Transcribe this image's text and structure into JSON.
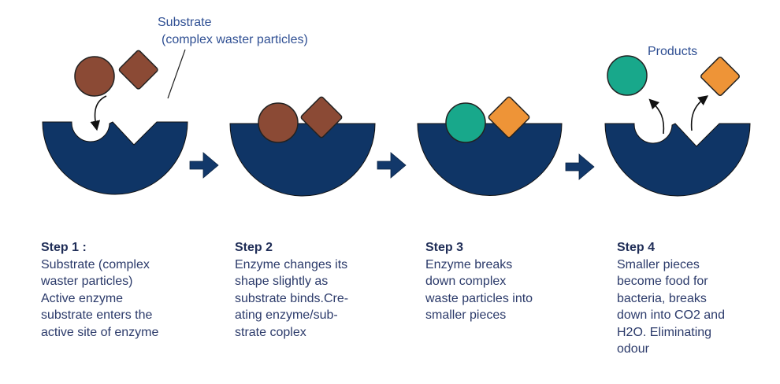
{
  "colors": {
    "enzyme": "#0f3566",
    "substrate": "#8b4a35",
    "product_circle": "#18a88b",
    "product_diamond": "#ee9437",
    "arrow": "#12386a",
    "label_text": "#2f4f93",
    "step_text": "#2b3a6a"
  },
  "labels": {
    "substrate_line1": "Substrate",
    "substrate_line2": "(complex waster particles)",
    "products": "Products"
  },
  "steps": [
    {
      "title": "Step 1 :",
      "body": "Substrate (complex\nwaster particles)\nActive enzyme\nsubstrate enters the\nactive site of enzyme",
      "enzyme_state": "open-empty",
      "substrate_state": "approaching"
    },
    {
      "title": "Step 2",
      "body": "Enzyme changes its\nshape slightly as\nsubstrate binds.Cre-\nating enzyme/sub-\nstrate coplex",
      "enzyme_state": "bound",
      "substrate_state": "bound"
    },
    {
      "title": "Step 3",
      "body": "Enzyme breaks\ndown complex\nwaste particles into\nsmaller pieces",
      "enzyme_state": "bound",
      "substrate_state": "broken-down"
    },
    {
      "title": "Step 4",
      "body": "Smaller pieces\nbecome food for\nbacteria, breaks\ndown into CO2 and\nH2O. Eliminating\nodour",
      "enzyme_state": "open-empty",
      "substrate_state": "released-products"
    }
  ],
  "icons": {
    "step_arrow": "right-arrow",
    "curved_arrow": "curved-arrow"
  }
}
